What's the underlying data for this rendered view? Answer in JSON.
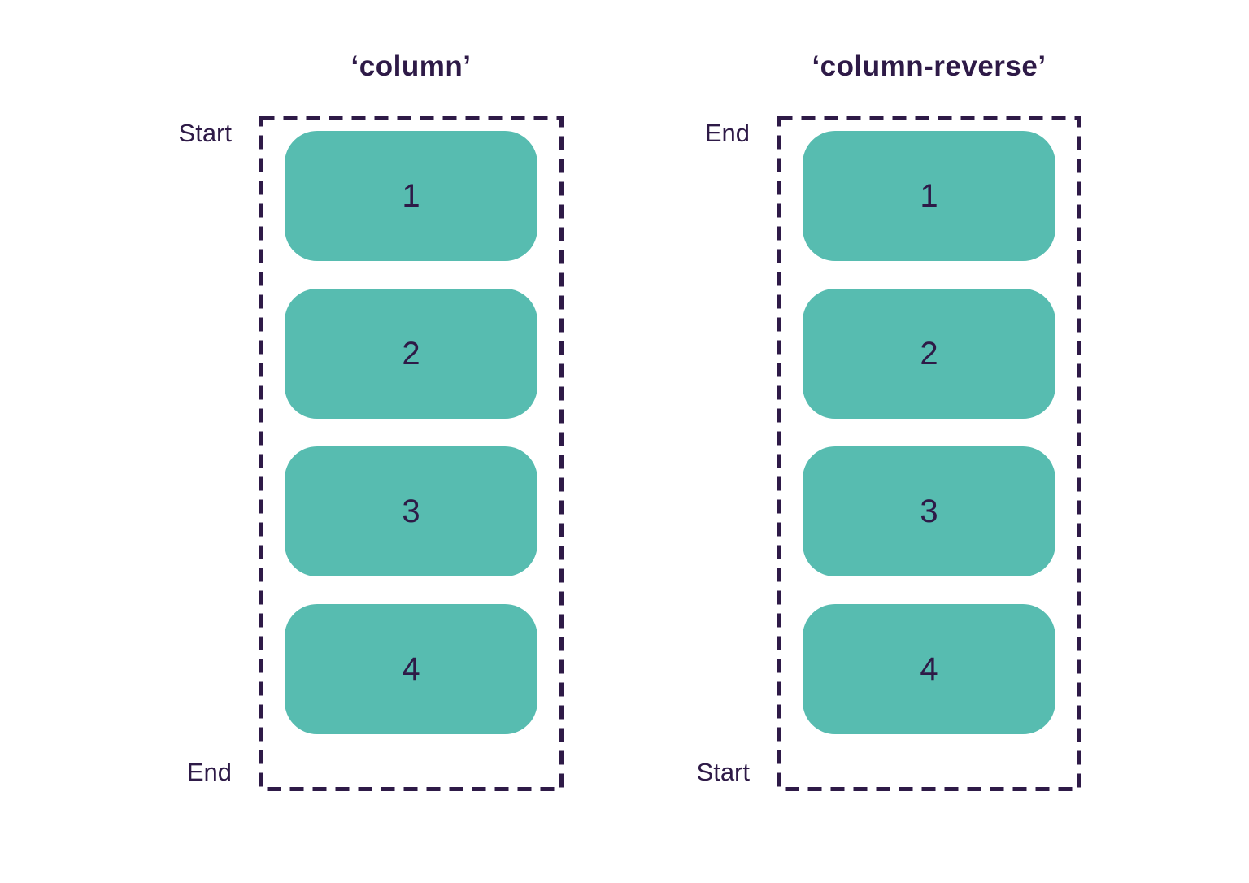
{
  "colors": {
    "accent_purple": "#2E1A47",
    "item_teal": "#57BCB0",
    "background": "#FFFFFF"
  },
  "panels": [
    {
      "id": "column",
      "title": "‘column’",
      "top_label": "Start",
      "bottom_label": "End",
      "items": [
        "1",
        "2",
        "3",
        "4"
      ]
    },
    {
      "id": "column-reverse",
      "title": "‘column-reverse’",
      "top_label": "End",
      "bottom_label": "Start",
      "items": [
        "1",
        "2",
        "3",
        "4"
      ]
    }
  ]
}
